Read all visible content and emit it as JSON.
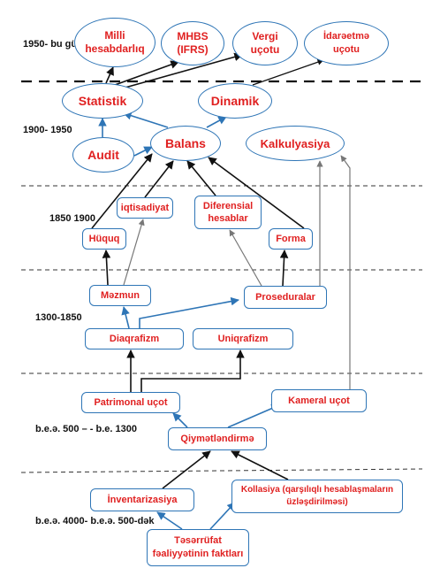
{
  "colors": {
    "text": "#e02020",
    "border": "#2e75b6",
    "arrow_black": "#111111",
    "arrow_blue": "#2e75b6",
    "arrow_gray": "#777777"
  },
  "periods": {
    "p1": "1950-\nbu günədək",
    "p2": "1900-\n1950",
    "p3": "1850\n1900",
    "p4": "1300-1850",
    "p5": "b.e.ə. 500 –\n- b.e. 1300",
    "p6": "b.e.ə. 4000-\nb.e.ə. 500-dək"
  },
  "nodes": {
    "milli": "Milli\nhesabdarlıq",
    "mhbs": "MHBS\n(IFRS)",
    "vergi": "Vergi\nuçotu",
    "idare": "İdarəetmə\nuçotu",
    "statistik": "Statistik",
    "dinamik": "Dinamik",
    "audit": "Audit",
    "balans": "Balans",
    "kalkulyasiya": "Kalkulyasiya",
    "iqtisadiyat": "iqtisadiyat",
    "diferensial": "Diferensial\nhesablar",
    "huquq": "Hüquq",
    "forma": "Forma",
    "mezmun": "Məzmun",
    "proseduralar": "Proseduralar",
    "diaqrafizm": "Diaqrafizm",
    "uniqrafizm": "Uniqrafizm",
    "patrimonal": "Patrimonal uçot",
    "kameral": "Kameral uçot",
    "qiymetlendirme": "Qiymətləndirmə",
    "inventarizasiya": "İnventarizasiya",
    "kollasiya": "Kollasiya (qarşılıqlı hesablaşmaların\nüzləşdirilməsi)",
    "teserrufat": "Təsərrüfat\nfəaliyyətinin faktları"
  }
}
